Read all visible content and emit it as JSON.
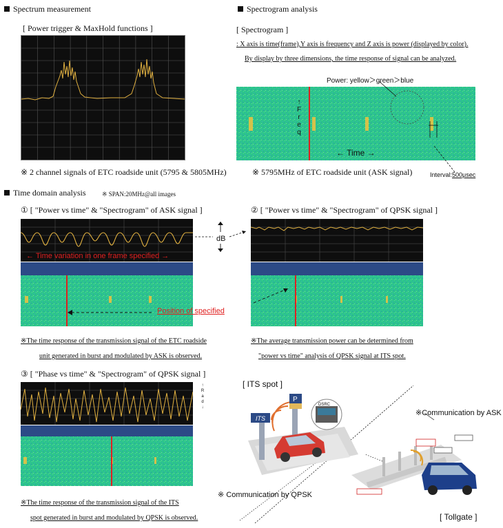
{
  "sections": {
    "spectrum_measurement": "Spectrum measurement",
    "spectrogram_analysis": "Spectrogram analysis",
    "time_domain_analysis": "Time domain analysis",
    "span_note": "※ SPAN:20MHz@all images"
  },
  "spectrum": {
    "panel_title": "[ Power trigger & MaxHold functions  ]",
    "caption": "※ 2 channel signals of ETC roadside unit (5795 & 5805MHz)"
  },
  "spectrogram": {
    "panel_title": "[ Spectrogram ]",
    "desc_line1": ": X axis is time(frame),Y axis is frequency and Z axis is power (displayed by color).",
    "desc_line2": "By display by three dimensions, the time response of signal can be analyzed.",
    "power_label": "Power: yellow＞green＞blue",
    "freq_label": [
      "↑",
      "F",
      "r",
      "e",
      "q"
    ],
    "time_label": "← Time →",
    "caption": "※ 5795MHz of ETC roadside unit (ASK signal)",
    "interval_prefix": "Interval:",
    "interval_value": "500μsec"
  },
  "ask_panel": {
    "title": "① [ \"Power vs time\" & \"Spectrogram\" of ASK signal ]",
    "time_variation": "← Time variation in one frame specified →",
    "db_label": "dB",
    "position_label": "Position of specified",
    "note_line1": "※The time response of the transmission signal of the ETC roadside",
    "note_line2": "unit generated in burst and modulated by ASK is observed."
  },
  "qpsk_panel": {
    "title": "② [ \"Power vs time\" & \"Spectrogram\" of QPSK signal ]",
    "note_line1": "※The average transmission power can be determined from",
    "note_line2": "\"power vs time\" analysis of QPSK signal at ITS spot."
  },
  "phase_panel": {
    "title": "③ [ \"Phase vs time\" & \"Spectrogram\" of QPSK signal ]",
    "rad_label": [
      "↑",
      "R",
      "a",
      "d",
      "↓"
    ],
    "note_line1": "※The time response of the transmission signal of the ITS",
    "note_line2": "spot generated in burst and modulated by QPSK is observed."
  },
  "illustration": {
    "its_spot": "[ ITS spot ]",
    "comm_ask": "※Communication by ASK",
    "comm_qpsk": "※ Communication by QPSK",
    "tollgate": "[ Tollgate ]",
    "sign_its": "ITS",
    "sign_dsrc": "DSRC"
  },
  "colors": {
    "trace": "#e0b040",
    "spectrogram_green": "#2cc58b",
    "burst_yellow": "#d4c24a",
    "marker_red": "#e02020",
    "band_blue": "#2c4a86"
  }
}
